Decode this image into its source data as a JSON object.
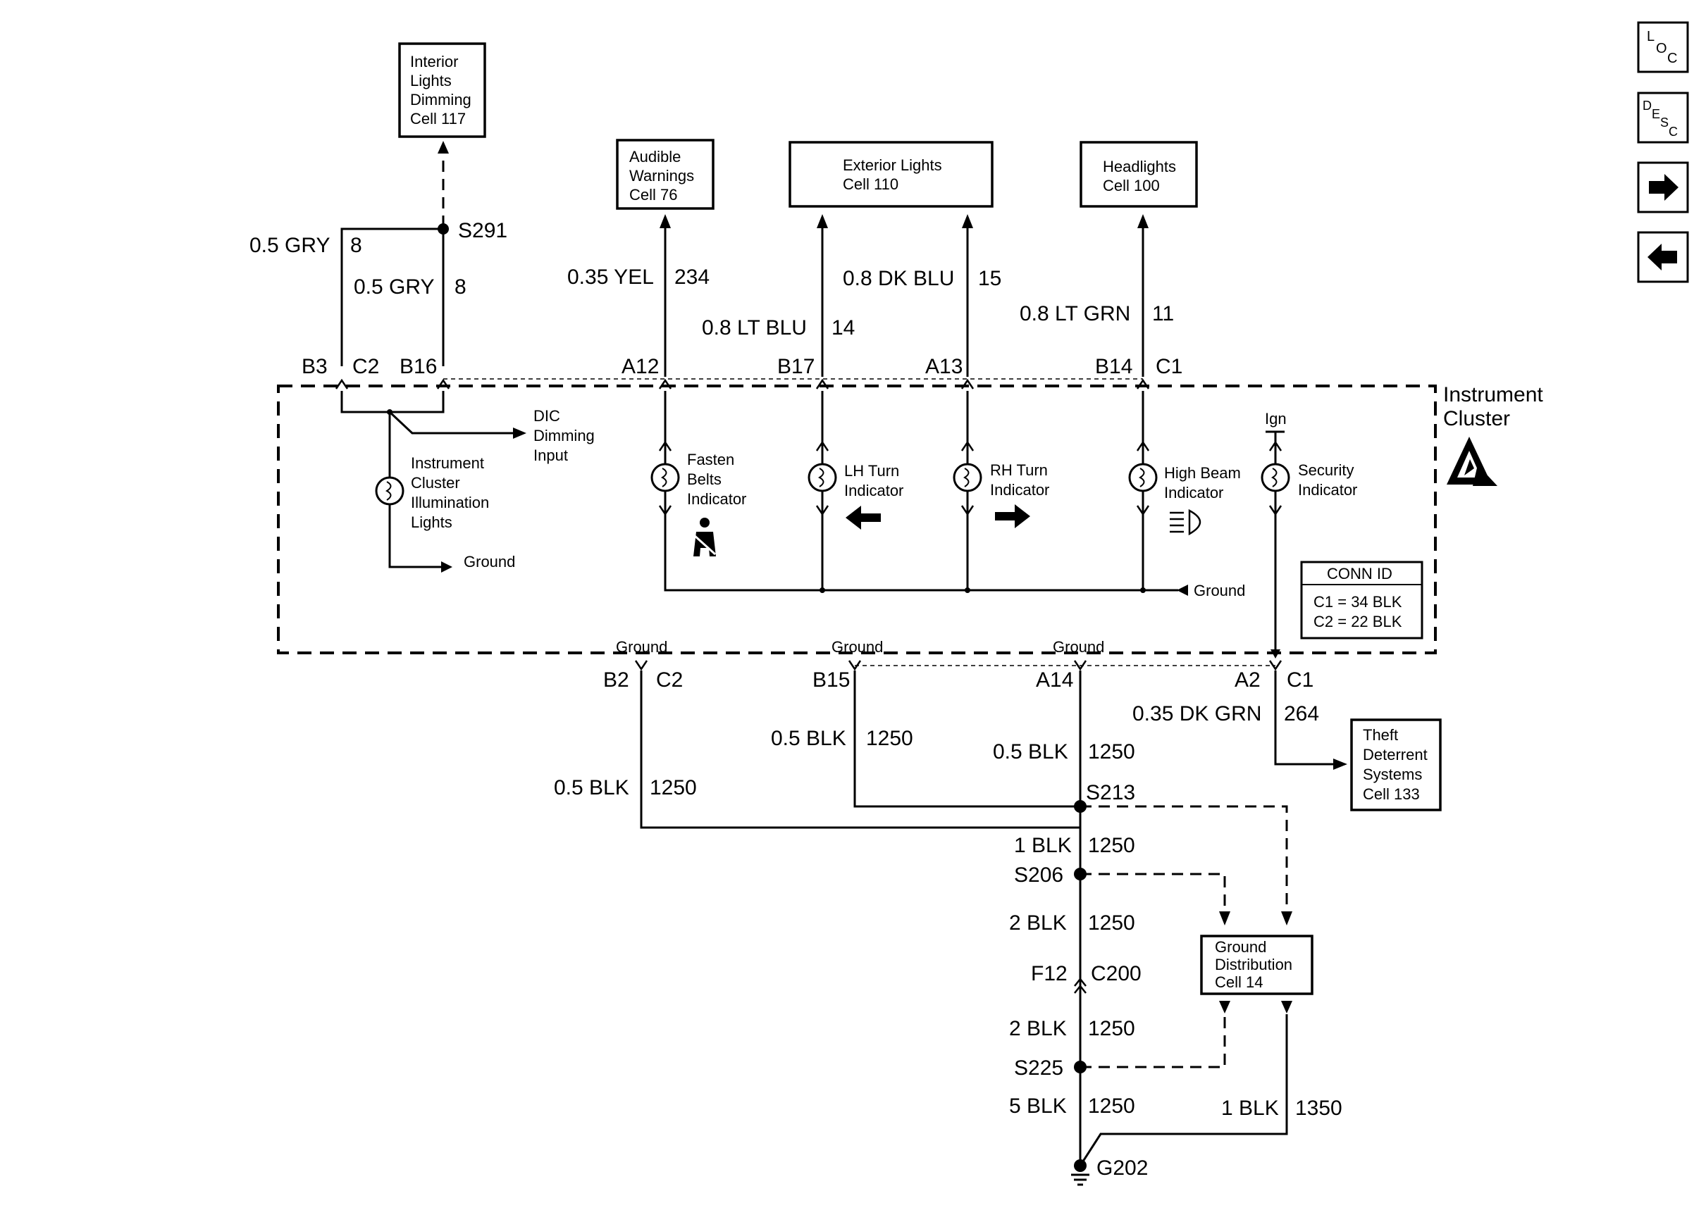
{
  "boxes": {
    "interior_lights": [
      "Interior",
      "Lights",
      "Dimming",
      "Cell 117"
    ],
    "audible_warnings": [
      "Audible",
      "Warnings",
      "Cell 76"
    ],
    "exterior_lights": [
      "Exterior Lights",
      "Cell 110"
    ],
    "headlights": [
      "Headlights",
      "Cell 100"
    ],
    "theft_deterrent": [
      "Theft",
      "Deterrent",
      "Systems",
      "Cell 133"
    ],
    "ground_distribution": [
      "Ground",
      "Distribution",
      "Cell 14"
    ]
  },
  "splices": {
    "s291": "S291",
    "s213": "S213",
    "s206": "S206",
    "s225": "S225",
    "g202": "G202"
  },
  "wires": {
    "gry_left": {
      "gauge": "0.5 GRY",
      "circuit": "8"
    },
    "gry_right": {
      "gauge": "0.5 GRY",
      "circuit": "8"
    },
    "yel": {
      "gauge": "0.35 YEL",
      "circuit": "234"
    },
    "lt_blu": {
      "gauge": "0.8 LT BLU",
      "circuit": "14"
    },
    "dk_blu": {
      "gauge": "0.8 DK BLU",
      "circuit": "15"
    },
    "lt_grn": {
      "gauge": "0.8 LT GRN",
      "circuit": "11"
    },
    "dk_grn": {
      "gauge": "0.35 DK GRN",
      "circuit": "264"
    },
    "blk_b15": {
      "gauge": "0.5 BLK",
      "circuit": "1250"
    },
    "blk_a14": {
      "gauge": "0.5 BLK",
      "circuit": "1250"
    },
    "blk_b2": {
      "gauge": "0.5 BLK",
      "circuit": "1250"
    },
    "blk_1": {
      "gauge": "1 BLK",
      "circuit": "1250"
    },
    "blk_2a": {
      "gauge": "2 BLK",
      "circuit": "1250"
    },
    "blk_2b": {
      "gauge": "2 BLK",
      "circuit": "1250"
    },
    "blk_5": {
      "gauge": "5 BLK",
      "circuit": "1250"
    },
    "blk_1350": {
      "gauge": "1 BLK",
      "circuit": "1350"
    }
  },
  "pins": {
    "b3": "B3",
    "c2_top": "C2",
    "b16": "B16",
    "a12": "A12",
    "b17": "B17",
    "a13": "A13",
    "b14": "B14",
    "c1_top": "C1",
    "b2": "B2",
    "c2_bottom": "C2",
    "b15": "B15",
    "a14": "A14",
    "a2": "A2",
    "c1_bottom": "C1",
    "f12": "F12",
    "c200": "C200"
  },
  "cluster": {
    "title_line1": "Instrument",
    "title_line2": "Cluster",
    "dic": [
      "DIC",
      "Dimming",
      "Input"
    ],
    "illumination": [
      "Instrument",
      "Cluster",
      "Illumination",
      "Lights"
    ],
    "fasten_belts": [
      "Fasten",
      "Belts",
      "Indicator"
    ],
    "lh_turn": [
      "LH Turn",
      "Indicator"
    ],
    "rh_turn": [
      "RH Turn",
      "Indicator"
    ],
    "high_beam": [
      "High Beam",
      "Indicator"
    ],
    "security": [
      "Security",
      "Indicator"
    ],
    "ign": "Ign",
    "ground_left": "Ground",
    "ground_right": "Ground",
    "ground_b2": "Ground",
    "ground_b15": "Ground",
    "ground_a14": "Ground",
    "conn_id_title": "CONN ID",
    "conn_id_c1": "C1 = 34 BLK",
    "conn_id_c2": "C2 = 22 BLK"
  },
  "nav": {
    "loc": [
      "L",
      "O",
      "C"
    ],
    "desc": [
      "D",
      "E",
      "S",
      "C"
    ]
  }
}
